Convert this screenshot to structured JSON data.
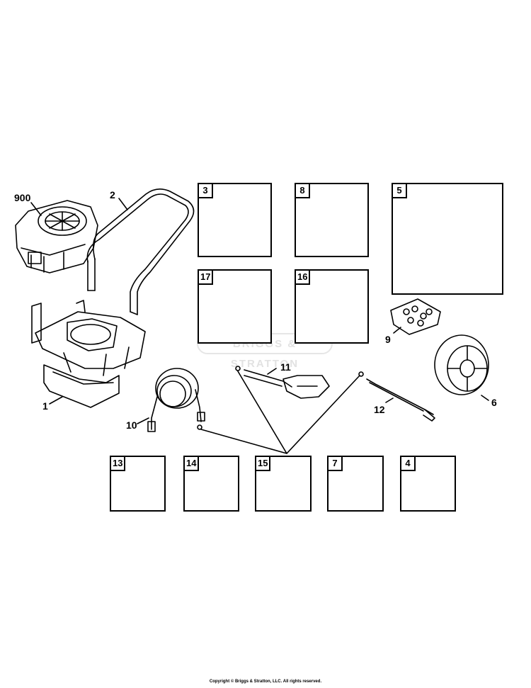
{
  "watermark": "BRIGGS & STRATTON",
  "copyright": "Copyright © Briggs & Stratton, LLC. All rights reserved.",
  "callouts": {
    "engine": "900",
    "handle": "2",
    "frame": "1",
    "hose": "10",
    "spray_gun": "11",
    "lance": "12",
    "pump": "5",
    "nozzles": "9",
    "wheel": "6"
  },
  "boxes": {
    "b3": "3",
    "b8": "8",
    "b5": "5",
    "b17": "17",
    "b16": "16",
    "b13": "13",
    "b14": "14",
    "b15": "15",
    "b7": "7",
    "b4": "4"
  }
}
